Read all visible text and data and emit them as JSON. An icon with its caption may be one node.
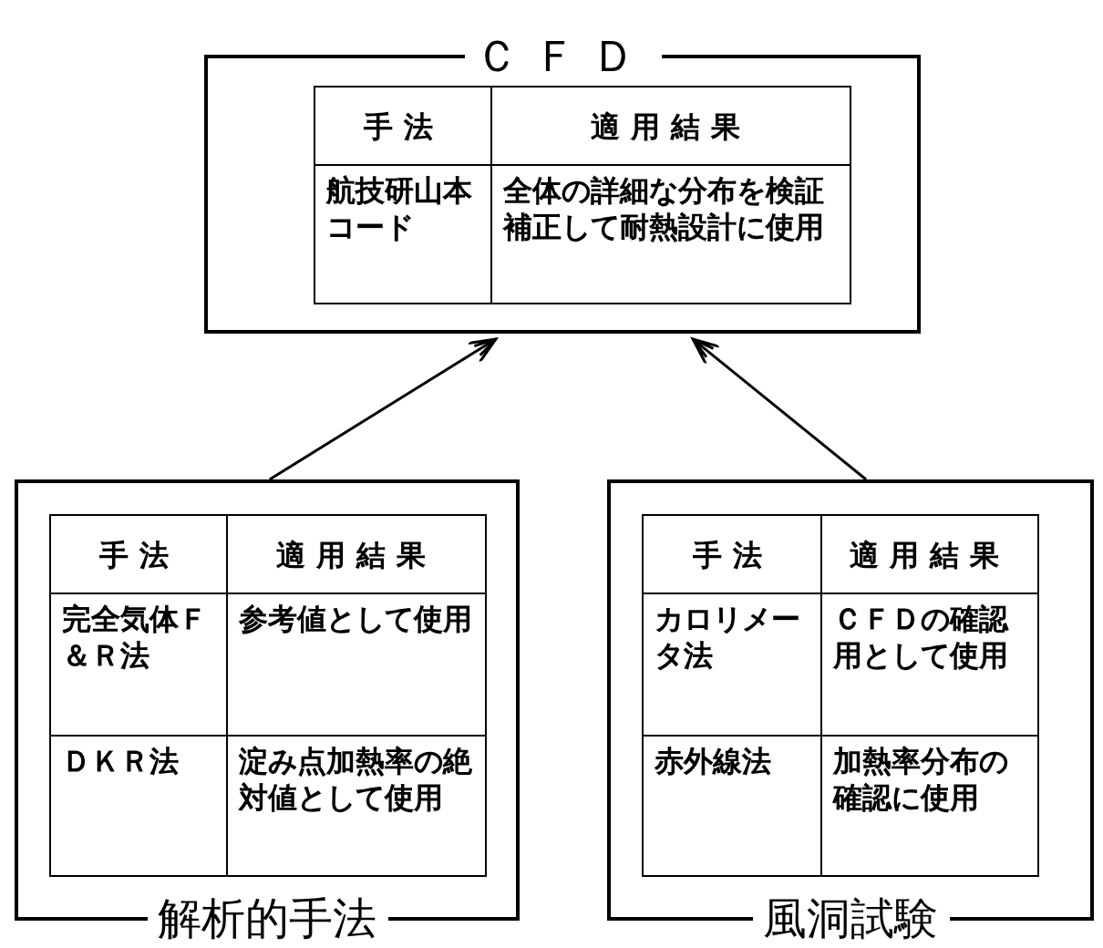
{
  "diagram": {
    "nodes": [
      {
        "text": [
          "ＣＦＤ"
        ]
      },
      {
        "text": [
          "手法"
        ],
        "in": 0
      },
      {
        "text": [
          "適用結果"
        ],
        "in": 0
      },
      {
        "text": [
          "航技研山本コード"
        ],
        "in": 0
      },
      {
        "text": [
          "全体の詳細な分布を検証補正して耐熱設計に使用"
        ],
        "in": 0
      },
      {
        "text": [
          "解析的手法"
        ]
      },
      {
        "text": [
          "手法"
        ],
        "in": 5
      },
      {
        "text": [
          "適用結果"
        ],
        "in": 5
      },
      {
        "text": [
          "完全気体Ｆ＆Ｒ法"
        ],
        "in": 5
      },
      {
        "text": [
          "参考値として使用"
        ],
        "in": 5
      },
      {
        "text": [
          "ＤＫＲ法"
        ],
        "in": 5
      },
      {
        "text": [
          "淀み点加熱率の絶対値として使用"
        ],
        "in": 5
      },
      {
        "text": [
          "風洞試験"
        ]
      },
      {
        "text": [
          "手法"
        ],
        "in": 12
      },
      {
        "text": [
          "適用結果"
        ],
        "in": 12
      },
      {
        "text": [
          "カロリメータ法"
        ],
        "in": 12
      },
      {
        "text": [
          "ＣＦＤの確認用として使用"
        ],
        "in": 12
      },
      {
        "text": [
          "赤外線法"
        ],
        "in": 12
      },
      {
        "text": [
          "加熱率分布の確認に使用"
        ],
        "in": 12
      }
    ],
    "edges": [
      {
        "from": 5,
        "to": 0,
        "arrow": "to"
      },
      {
        "from": 12,
        "to": 0,
        "arrow": "to"
      }
    ]
  }
}
